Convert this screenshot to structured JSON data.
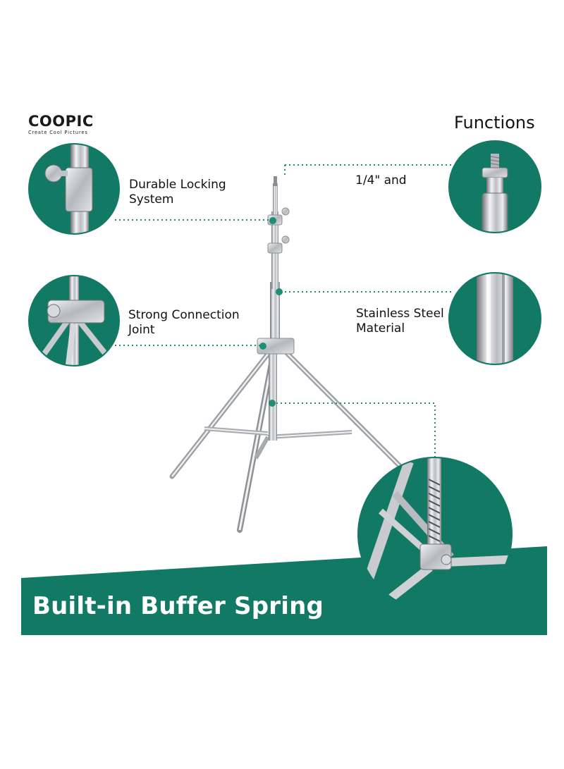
{
  "brand": {
    "name": "COOPIC",
    "tagline": "Create Cool Pictures"
  },
  "header": {
    "title": "Functions"
  },
  "callouts": {
    "locking": {
      "line1": "Durable Locking",
      "line2": "System"
    },
    "connection": {
      "line1": "Strong Connection",
      "line2": "Joint"
    },
    "screw": {
      "line1": "1/4\" and"
    },
    "steel": {
      "line1": "Stainless Steel",
      "line2": "Material"
    }
  },
  "banner": {
    "title": "Built-in Buffer Spring"
  },
  "colors": {
    "accent": "#127a64",
    "dots": "#1c8f74",
    "steel_light": "#e8e8ea",
    "steel_dark": "#8d9095"
  },
  "icons": [
    "locking-knob-detail",
    "connection-joint-detail",
    "screw-spigot-detail",
    "steel-tube-detail",
    "buffer-spring-detail",
    "light-stand"
  ]
}
